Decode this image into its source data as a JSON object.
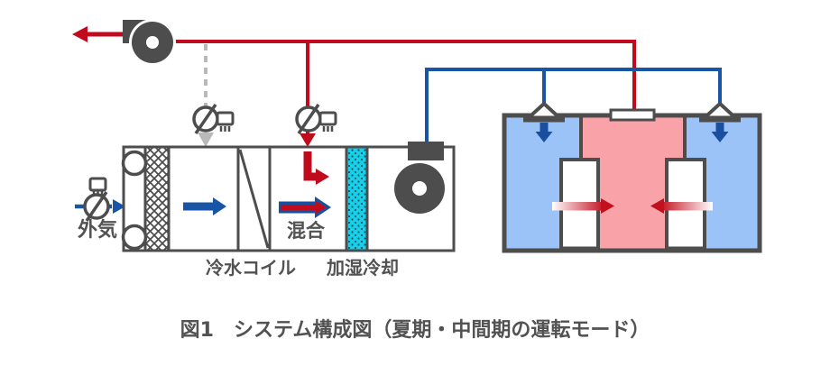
{
  "diagram": {
    "caption": "図1　システム構成図（夏期・中間期の運転モード）",
    "ahu": {
      "outside_air_label": "外気",
      "mixing_label": "混合",
      "coil_label": "冷水コイル",
      "humidifier_label": "加湿冷却"
    },
    "symbols": {
      "exhaust_fan": "centrifugal-fan",
      "supply_fan": "centrifugal-fan",
      "dampers": "motorized-damper-with-actuator",
      "roll_filter": "roll-filter-with-rollers",
      "prefilter": "crosshatch-filter",
      "cooling_coil": "diagonal-coil",
      "humidifier": "evaporative-cooling-strip",
      "diffusers": "ceiling-supply-diffuser",
      "return_opening": "ceiling-return-grille",
      "racks": "server-rack",
      "flow_arrows": "airflow-arrows"
    },
    "colors": {
      "outline_dark": "#4d4d4d",
      "warm_air_red": "#c00b1d",
      "cool_air_blue": "#1855a6",
      "cold_aisle_fill": "#9cc3f7",
      "hot_aisle_fill": "#f9a3a9",
      "humidifier_cyan": "#17cfe8",
      "closed_path_gray": "#b9b9b9"
    }
  }
}
